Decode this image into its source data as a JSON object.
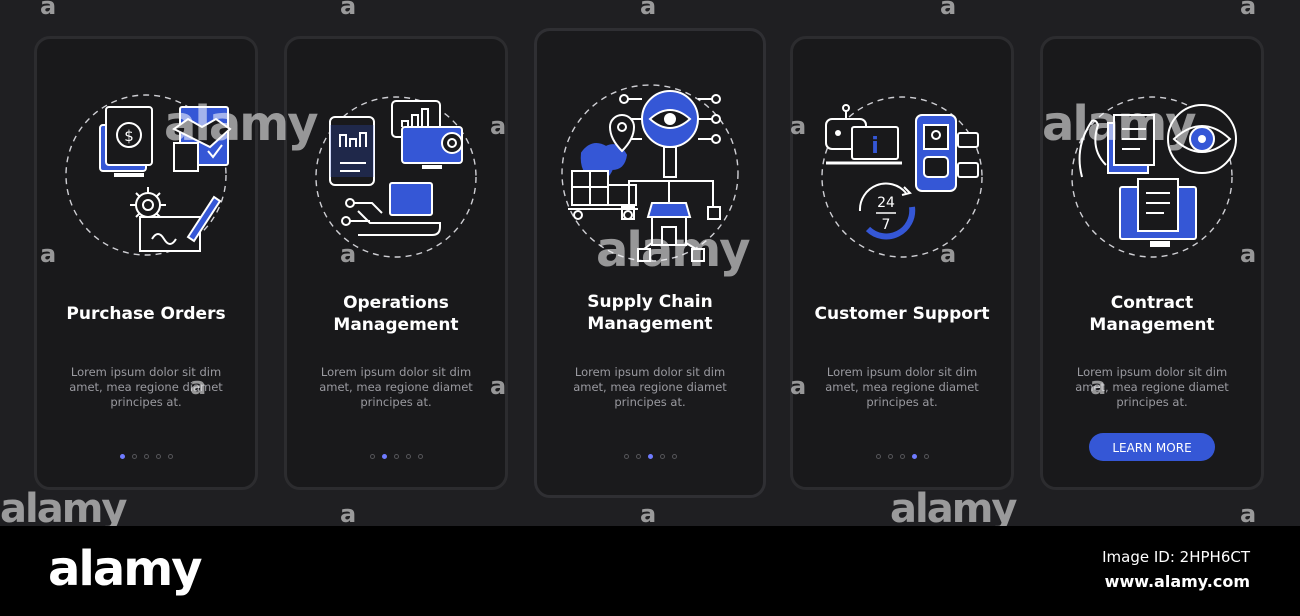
{
  "cards": [
    {
      "title": "Purchase Orders",
      "body": "Lorem ipsum dolor sit dim amet, mea regione diamet principes at.",
      "active_dot": 1
    },
    {
      "title": "Operations Management",
      "title_lines": [
        "Operations",
        "Management"
      ],
      "body": "Lorem ipsum dolor sit dim amet, mea regione diamet principes at.",
      "active_dot": 2
    },
    {
      "title": "Supply Chain Management",
      "title_lines": [
        "Supply Chain",
        "Management"
      ],
      "body": "Lorem ipsum dolor sit dim amet, mea regione diamet principes at.",
      "active_dot": 3
    },
    {
      "title": "Customer Support",
      "body": "Lorem ipsum dolor sit dim amet, mea regione diamet principes at.",
      "active_dot": 4
    },
    {
      "title": "Contract Management",
      "title_lines": [
        "Contract",
        "Management"
      ],
      "body": "Lorem ipsum dolor sit dim amet, mea regione diamet principes at.",
      "button": "LEARN MORE"
    }
  ],
  "icon_texts": {
    "support_hours_top": "24",
    "support_hours_bottom": "7",
    "info": "i",
    "dollar": "$"
  },
  "watermark": {
    "logo": "alamy",
    "letter": "a"
  },
  "footer": {
    "logo": "alamy",
    "image_code": "Image ID: 2HPH6CT",
    "image_code_visible": "2HPH6CT",
    "site": "www.alamy.com"
  },
  "colors": {
    "accent": "#3557d6",
    "card_bg": "#19191b",
    "stage_bg": "#1f1f22",
    "dot_active": "#6f7bff"
  }
}
